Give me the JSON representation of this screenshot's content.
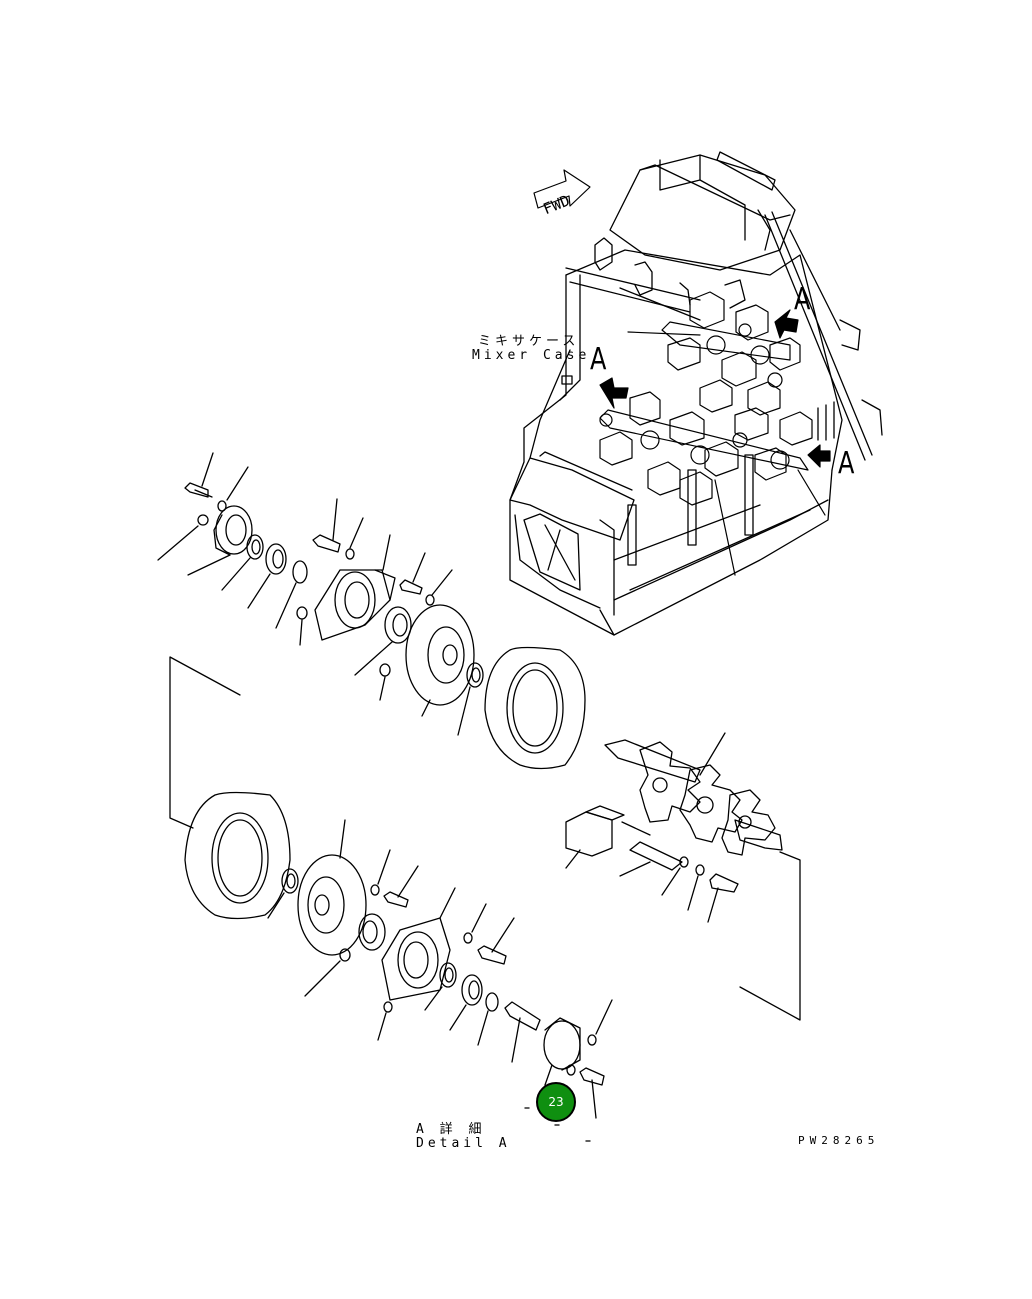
{
  "fwd_label": "FWD",
  "mixer_case": {
    "ja": "ミキサケース",
    "en": "Mixer Case"
  },
  "view_marks": [
    "A",
    "A",
    "A"
  ],
  "detail": {
    "ja": "A 詳 細",
    "en": "Detail A"
  },
  "drawing_no": "PW28265",
  "callout_badge": "23",
  "colors": {
    "badge": "#0f8f10",
    "ink": "#000000"
  }
}
